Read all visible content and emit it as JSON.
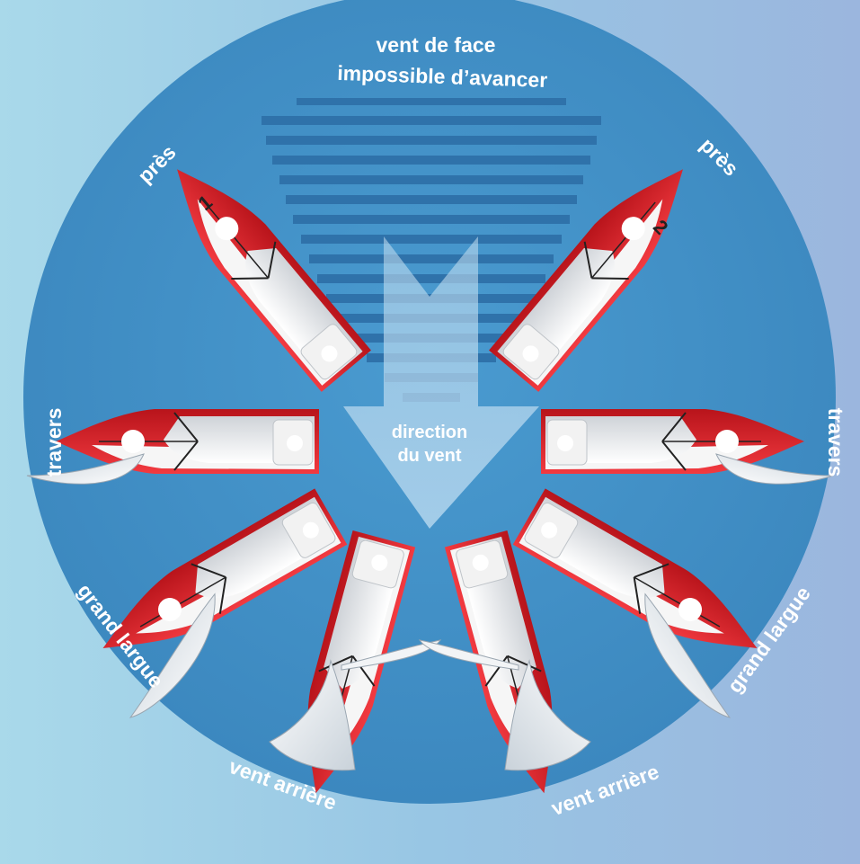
{
  "title_line1": "vent de face",
  "title_line2": "impossible d’avancer",
  "arrow_line1": "direction",
  "arrow_line2": "du vent",
  "points_of_sail": {
    "pres": "près",
    "travers": "travers",
    "grand_largue": "grand largue",
    "vent_arriere": "vent arrière"
  },
  "boat_numbers": {
    "left": "1",
    "right": "2"
  },
  "colors": {
    "circle": "#3f8fc6",
    "stripes": "#2f6fa6",
    "arrow": "#a9cfe9",
    "hull_red": "#d9232b",
    "deck": "#e9e9e9",
    "sail": "#dfe6ec",
    "text": "#ffffff"
  }
}
